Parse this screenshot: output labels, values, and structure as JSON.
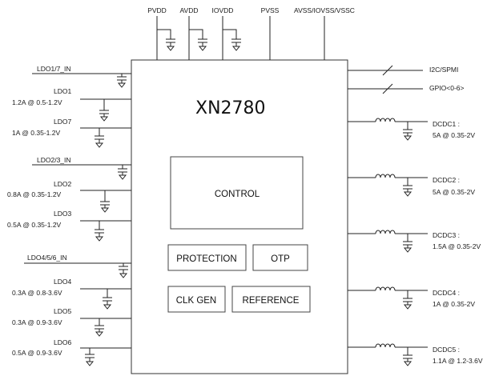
{
  "chip": {
    "name": "XN2780",
    "blocks": {
      "control": "CONTROL",
      "protection": "PROTECTION",
      "otp": "OTP",
      "clkgen": "CLK GEN",
      "reference": "REFERENCE"
    }
  },
  "top_pins": {
    "pvdd": "PVDD",
    "avdd": "AVDD",
    "iovdd": "IOVDD",
    "pvss": "PVSS",
    "avss": "AVSS/IOVSS/VSSC"
  },
  "left": {
    "ldo17_in": "LDO1/7_IN",
    "ldo1_name": "LDO1",
    "ldo1_spec": "1.2A @ 0.5-1.2V",
    "ldo7_name": "LDO7",
    "ldo7_spec": "1A @ 0.35-1.2V",
    "ldo23_in": "LDO2/3_IN",
    "ldo2_name": "LDO2",
    "ldo2_spec": "0.8A @ 0.35-1.2V",
    "ldo3_name": "LDO3",
    "ldo3_spec": "0.5A @ 0.35-1.2V",
    "ldo456_in": "LDO4/5/6_IN",
    "ldo4_name": "LDO4",
    "ldo4_spec": "0.3A @ 0.8-3.6V",
    "ldo5_name": "LDO5",
    "ldo5_spec": "0.3A @ 0.9-3.6V",
    "ldo6_name": "LDO6",
    "ldo6_spec": "0.5A @ 0.9-3.6V"
  },
  "right": {
    "i2c": "I2C/SPMI",
    "gpio": "GPIO<0-6>",
    "dcdc1_name": "DCDC1 :",
    "dcdc1_spec": "5A @ 0.35-2V",
    "dcdc2_name": "DCDC2 :",
    "dcdc2_spec": "5A @ 0.35-2V",
    "dcdc3_name": "DCDC3 :",
    "dcdc3_spec": "1.5A @ 0.35-2V",
    "dcdc4_name": "DCDC4 :",
    "dcdc4_spec": "1A @ 0.35-2V",
    "dcdc5_name": "DCDC5 :",
    "dcdc5_spec": "1.1A @ 1.2-3.6V"
  }
}
